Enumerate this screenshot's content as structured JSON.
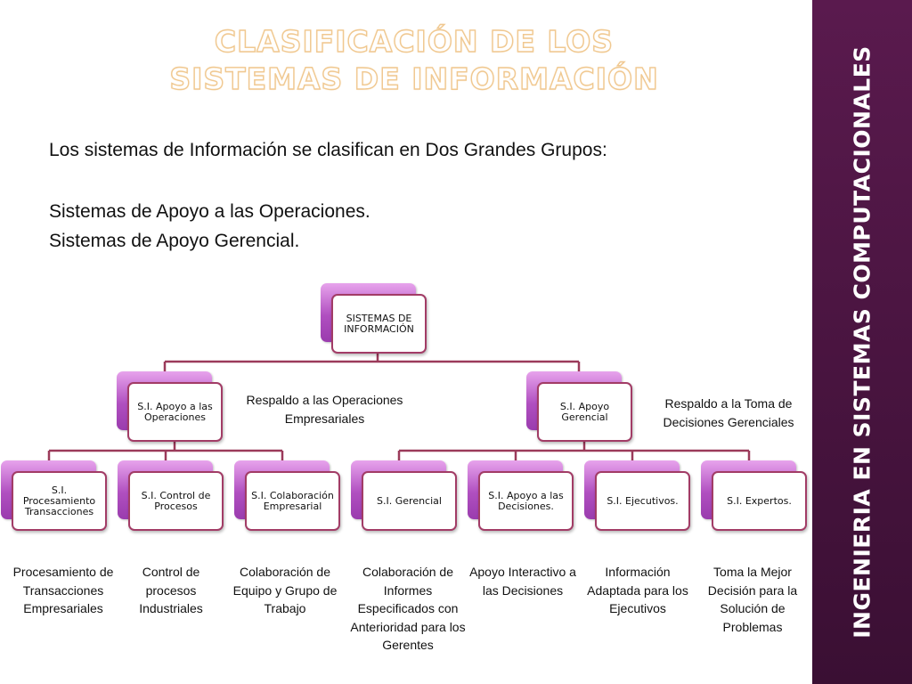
{
  "title": {
    "line1": "CLASIFICACIÓN DE LOS",
    "line2": "SISTEMAS DE INFORMACIÓN"
  },
  "intro": {
    "line1": "Los sistemas de Información se clasifican en Dos Grandes Grupos:",
    "line2": "Sistemas de Apoyo a las Operaciones.",
    "line3": "Sistemas de Apoyo Gerencial."
  },
  "banner": {
    "text": "INGENIERIA EN SISTEMAS COMPUTACIONALES"
  },
  "diagram": {
    "root": {
      "label": "SISTEMAS DE INFORMACIÓN"
    },
    "groups": [
      {
        "label": "S.I. Apoyo a las Operaciones",
        "description": "Respaldo a las Operaciones Empresariales"
      },
      {
        "label": "S.I. Apoyo Gerencial",
        "description": "Respaldo a la Toma de Decisiones Gerenciales"
      }
    ],
    "leaves": [
      {
        "label": "S.I. Procesamiento Transacciones",
        "description": "Procesamiento de Transacciones Empresariales"
      },
      {
        "label": "S.I. Control de Procesos",
        "description": "Control de procesos Industriales"
      },
      {
        "label": "S.I. Colaboración Empresarial",
        "description": "Colaboración de Equipo y Grupo de Trabajo"
      },
      {
        "label": "S.I. Gerencial",
        "description": "Colaboración de Informes Especificados con Anterioridad para los Gerentes"
      },
      {
        "label": "S.I. Apoyo a las Decisiones.",
        "description": "Apoyo Interactivo a las Decisiones"
      },
      {
        "label": "S.I. Ejecutivos.",
        "description": "Información Adaptada para los Ejecutivos"
      },
      {
        "label": "S.I. Expertos.",
        "description": "Toma la Mejor Decisión para la Solución de Problemas"
      }
    ]
  },
  "colors": {
    "banner": "#4a1442",
    "node_gradient_top": "#e7a3ec",
    "node_gradient_bottom": "#9a3cae",
    "node_border": "#a23c66",
    "connector": "#9b3a5a",
    "title_outline": "#f0c890"
  }
}
